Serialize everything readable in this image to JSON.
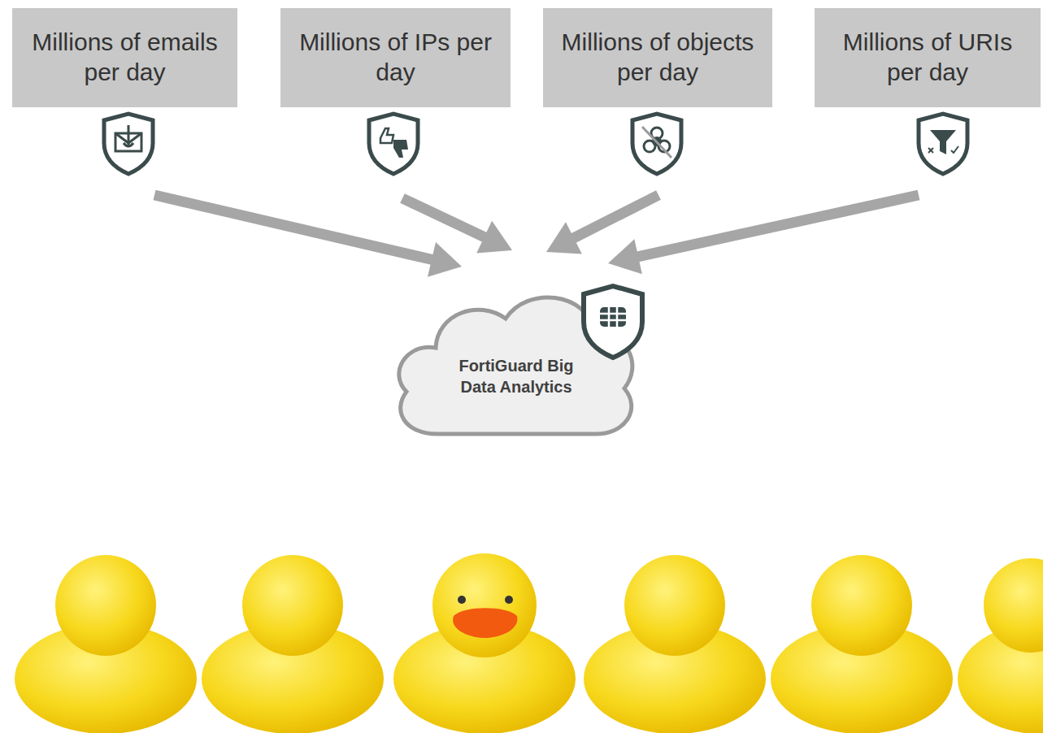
{
  "diagram": {
    "nodes": [
      {
        "text": [
          "Millions of emails per day"
        ]
      },
      {
        "text": [
          "Millions of IPs per day"
        ]
      },
      {
        "text": [
          "Millions of objects per day"
        ]
      },
      {
        "text": [
          "Millions of URIs per day"
        ]
      },
      {
        "text": [
          "FortiGuard Big Data Analytics"
        ]
      }
    ],
    "edges": [
      {
        "from": 0,
        "to": 4,
        "arrow": "to"
      },
      {
        "from": 1,
        "to": 4,
        "arrow": "to"
      },
      {
        "from": 2,
        "to": 4,
        "arrow": "to"
      },
      {
        "from": 3,
        "to": 4,
        "arrow": "to"
      }
    ]
  }
}
